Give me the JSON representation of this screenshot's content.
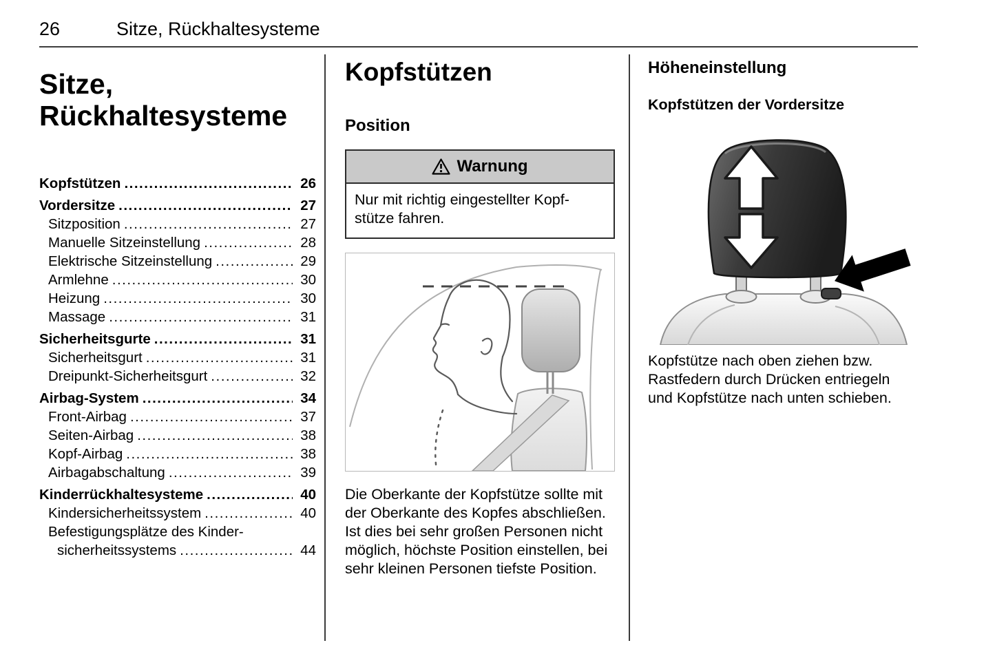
{
  "page": {
    "number": "26",
    "running_header": "Sitze, Rückhaltesysteme"
  },
  "left": {
    "chapter_title_line1": "Sitze,",
    "chapter_title_line2": "Rückhaltesysteme",
    "toc": [
      {
        "label": "Kopfstützen",
        "page": "26",
        "level": 0
      },
      {
        "label": "Vordersitze",
        "page": "27",
        "level": 0
      },
      {
        "label": "Sitzposition",
        "page": "27",
        "level": 1
      },
      {
        "label": "Manuelle Sitzeinstellung",
        "page": "28",
        "level": 1
      },
      {
        "label": "Elektrische Sitzeinstellung",
        "page": "29",
        "level": 1
      },
      {
        "label": "Armlehne",
        "page": "30",
        "level": 1
      },
      {
        "label": "Heizung",
        "page": "30",
        "level": 1
      },
      {
        "label": "Massage",
        "page": "31",
        "level": 1
      },
      {
        "label": "Sicherheitsgurte",
        "page": "31",
        "level": 0
      },
      {
        "label": "Sicherheitsgurt",
        "page": "31",
        "level": 1
      },
      {
        "label": "Dreipunkt-Sicherheitsgurt",
        "page": "32",
        "level": 1
      },
      {
        "label": "Airbag-System",
        "page": "34",
        "level": 0
      },
      {
        "label": "Front-Airbag",
        "page": "37",
        "level": 1
      },
      {
        "label": "Seiten-Airbag",
        "page": "38",
        "level": 1
      },
      {
        "label": "Kopf-Airbag",
        "page": "38",
        "level": 1
      },
      {
        "label": "Airbagabschaltung",
        "page": "39",
        "level": 1
      },
      {
        "label": "Kinderrückhaltesysteme",
        "page": "40",
        "level": 0
      },
      {
        "label": "Kindersicherheitssystem",
        "page": "40",
        "level": 1
      },
      {
        "label": "Befestigungsplätze des Kinder-",
        "label2": "sicherheitssystems",
        "page": "44",
        "level": 1
      }
    ]
  },
  "middle": {
    "heading": "Kopfstützen",
    "subheading": "Position",
    "warning": {
      "title": "Warnung",
      "body_line1": "Nur mit richtig eingestellter Kopf-",
      "body_line2": "stütze fahren."
    },
    "body": "Die Oberkante der Kopfstütze sollte mit der Oberkante des Kopfes abschließen. Ist dies bei sehr großen Personen nicht möglich, höchste Position einstellen, bei sehr kleinen Personen tiefste Position."
  },
  "right": {
    "heading": "Höheneinstellung",
    "subheading": "Kopfstützen der Vordersitze",
    "body": "Kopfstütze nach oben ziehen bzw. Rastfedern durch Drücken entriegeln und Kopfstütze nach unten schieben."
  },
  "icons": {
    "warning": "triangle-exclamation",
    "headrest_up_arrow": "arrow-up",
    "headrest_down_arrow": "arrow-down",
    "release_pointer": "black-arrow-to-release-button"
  },
  "colors": {
    "warning_header_bg": "#c9c9c9",
    "divider": "#3a3a3a",
    "text": "#000000"
  }
}
